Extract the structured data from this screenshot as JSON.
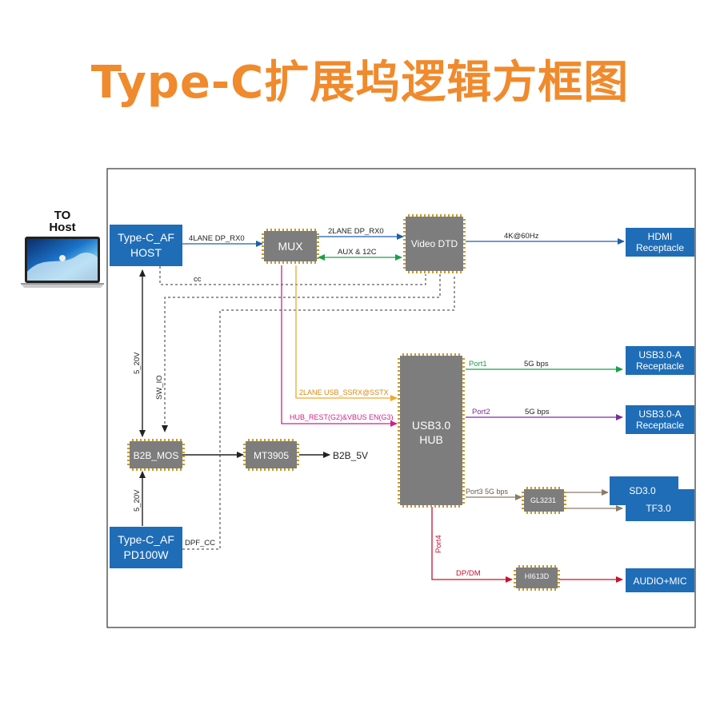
{
  "title": "Type-C扩展坞逻辑方框图",
  "colors": {
    "title": "#f08a2c",
    "blue_box": "#1f6db6",
    "chip": "#7d7d7d",
    "blue_line": "#1f5fa8",
    "green_line": "#1aa04a",
    "orange_line": "#f0a830",
    "magenta_line": "#d0208c",
    "purple_line": "#7a2d98",
    "brown_line": "#8a7a6a",
    "red_line": "#c8102e",
    "black_line": "#222222"
  },
  "host": {
    "label_line1": "TO",
    "label_line2": "Host",
    "icon": "laptop-icon"
  },
  "blocks": {
    "typec_host": [
      "Type-C_AF",
      "HOST"
    ],
    "typec_pd": [
      "Type-C_AF",
      "PD100W"
    ],
    "hdmi": [
      "HDMI",
      "Receptacle"
    ],
    "usb_a1": [
      "USB3.0-A",
      "Receptacle"
    ],
    "usb_a2": [
      "USB3.0-A",
      "Receptacle"
    ],
    "sd": "SD3.0",
    "tf": "TF3.0",
    "audio": "AUDIO+MIC"
  },
  "chips": {
    "mux": "MUX",
    "video": "Video DTD",
    "hub": [
      "USB3.0",
      "HUB"
    ],
    "b2b": "B2B_MOS",
    "mt3905": "MT3905",
    "gl3231": "GL3231",
    "hi613d": "HI613D"
  },
  "signals": {
    "lane4": "4LANE DP_RX0",
    "lane2": "2LANE DP_RX0",
    "aux": "AUX & 12C",
    "k4": "4K@60Hz",
    "cc": "cc",
    "v5_20_top": "5_20V",
    "sw_io": "SW_IO",
    "usb_ssrx": "2LANE USB_SSRX@SSTX",
    "hub_rest": "HUB_REST(G2)&VBUS EN(G3)",
    "port1": "Port1",
    "port1_speed": "5G bps",
    "port2": "Port2",
    "port2_speed": "5G bps",
    "port3": "Port3 5G bps",
    "port4": "Port4",
    "dpdm": "DP/DM",
    "b2b_5v": "B2B_5V",
    "v5_20_bottom": "5_20V",
    "dpf_cc": "DPF_CC"
  }
}
